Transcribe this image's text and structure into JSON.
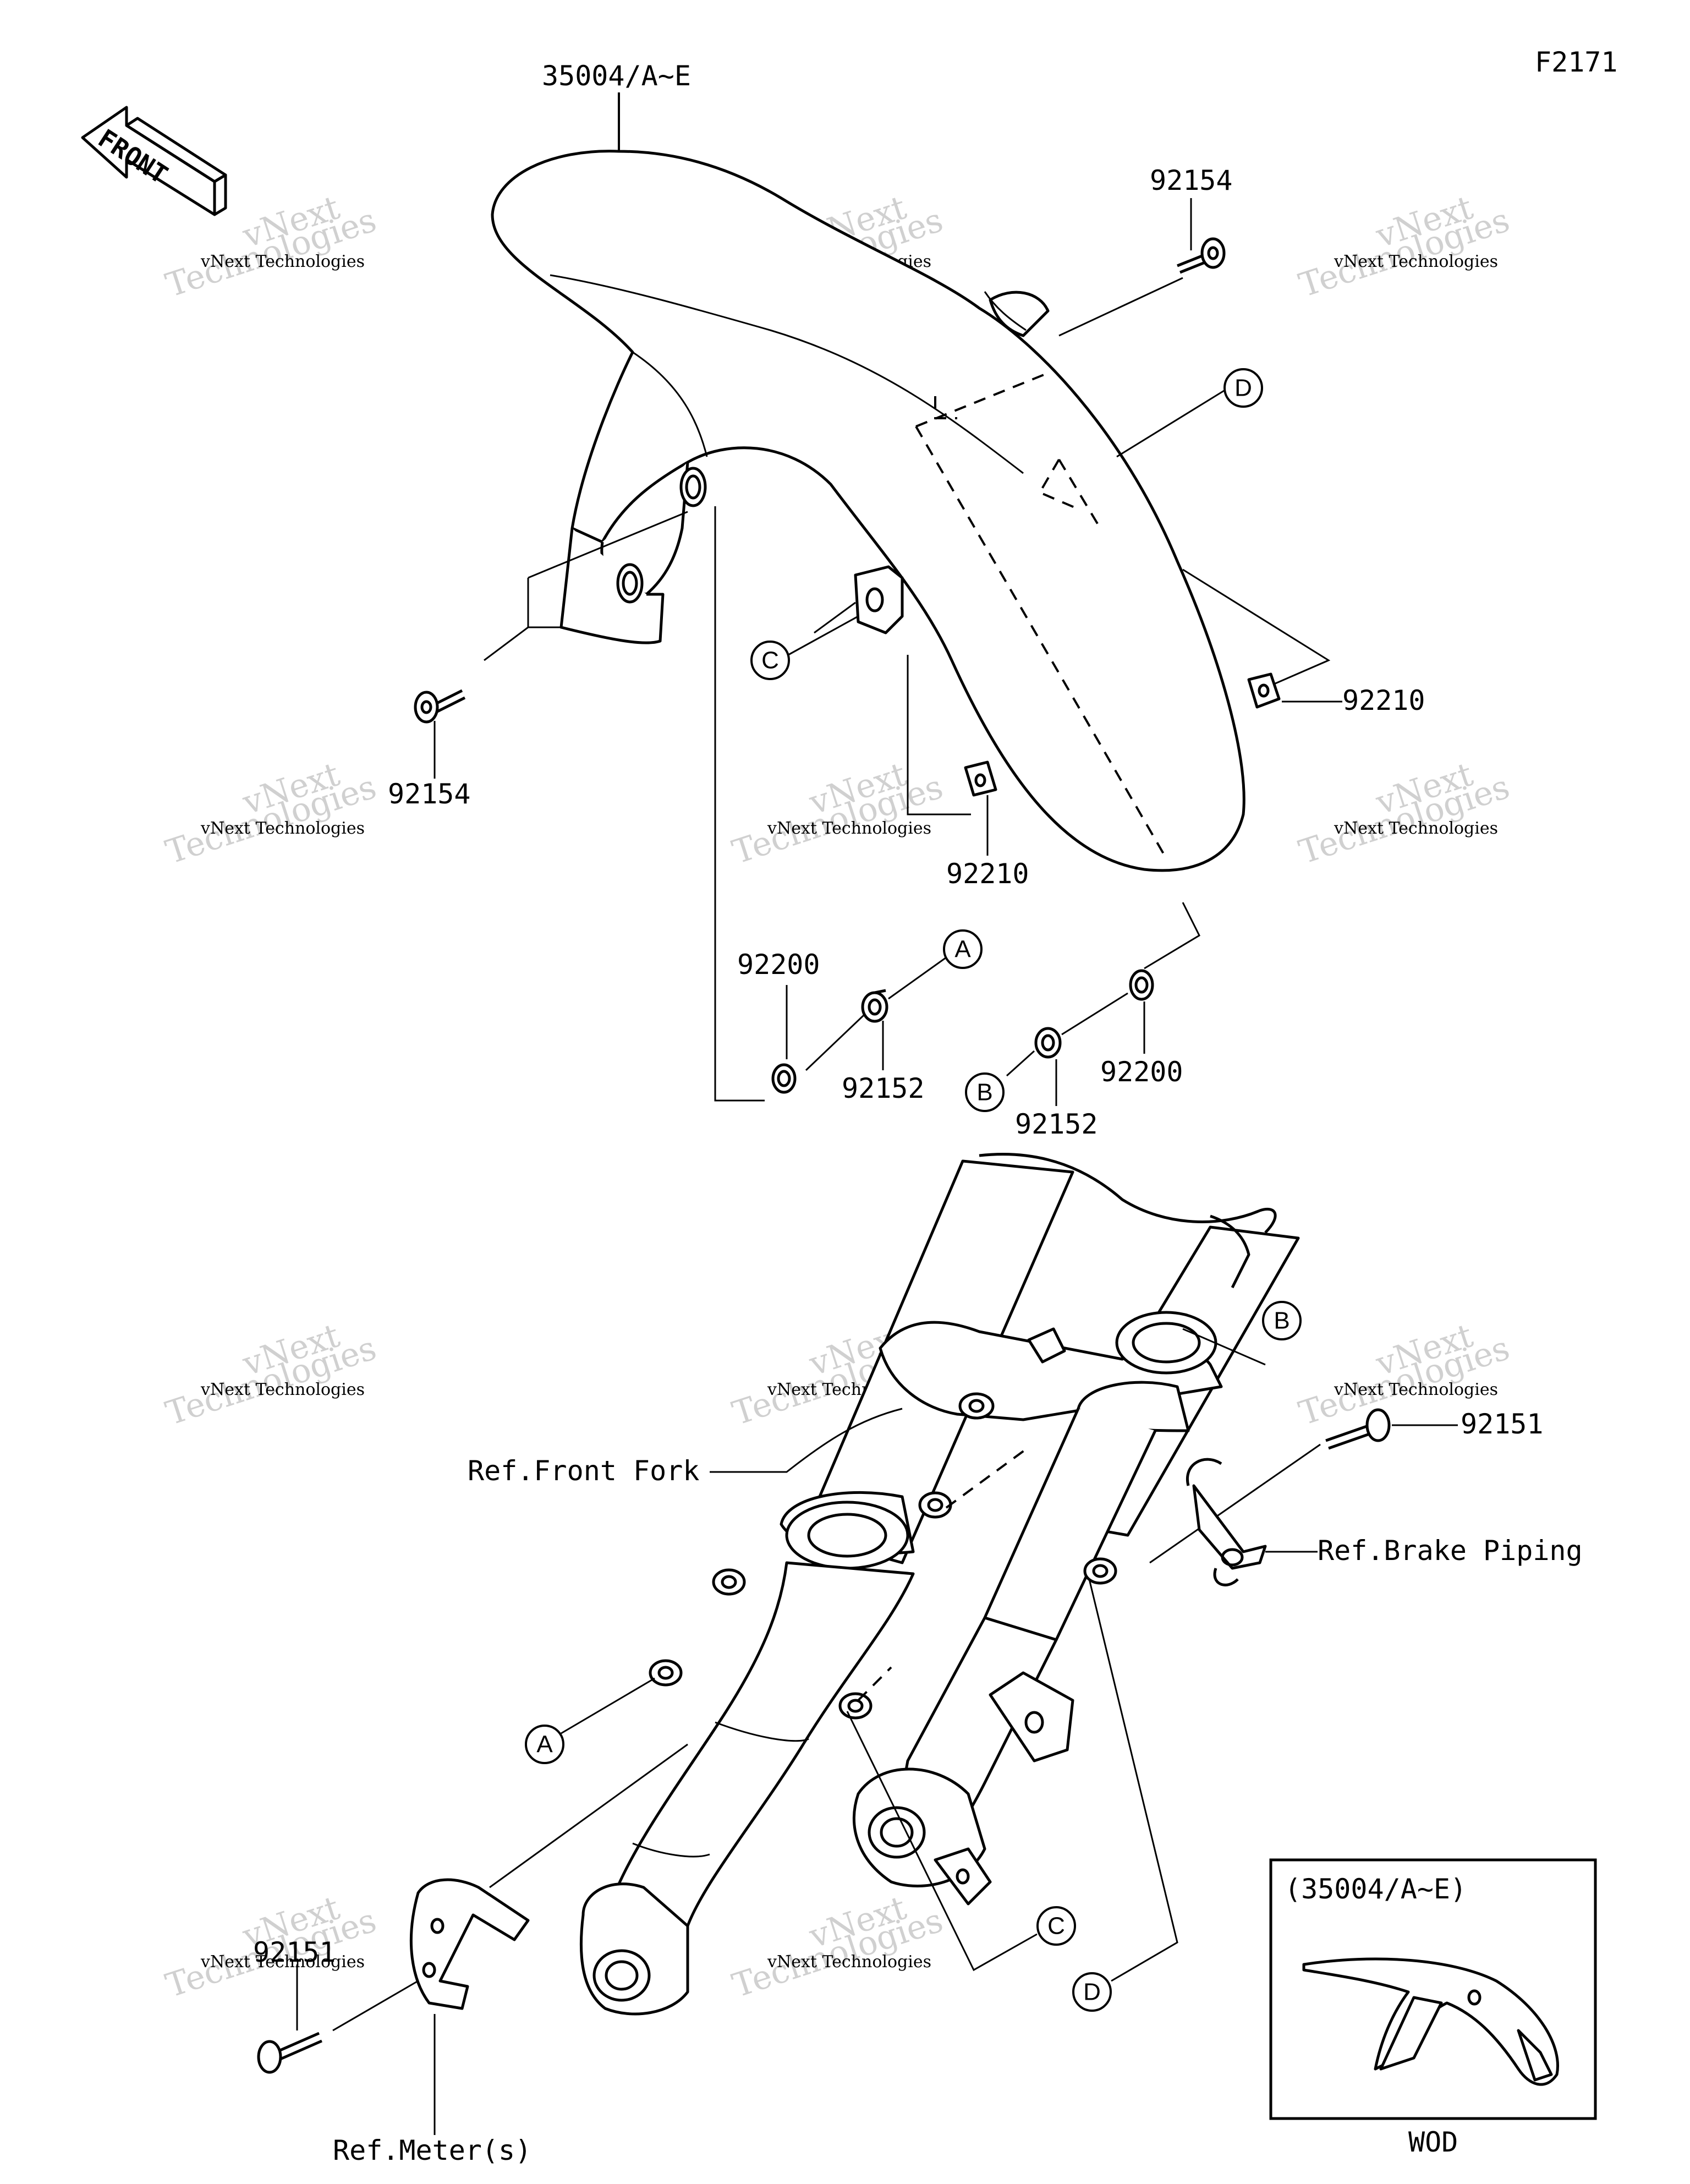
{
  "figure_code": "F2171",
  "front_label": "FRONT",
  "parts": {
    "fender": "35004/A~E",
    "screw_upper_right": "92154",
    "screw_left": "92154",
    "nut_right": "92210",
    "nut_center": "92210",
    "washer_left": "92200",
    "collar_left": "92152",
    "collar_right": "92152",
    "washer_right": "92200",
    "bolt_upper": "92151",
    "bolt_lower": "92151"
  },
  "refs": {
    "front_fork": "Ref.Front Fork",
    "brake_piping": "Ref.Brake Piping",
    "meter": "Ref.Meter(s)"
  },
  "callouts": {
    "a": "A",
    "b": "B",
    "c": "C",
    "d": "D"
  },
  "inset": {
    "title": "(35004/A~E)",
    "caption": "WOD"
  },
  "watermark": {
    "brand": "vNext",
    "line": "Technologies",
    "small": "vNext Technologies"
  }
}
